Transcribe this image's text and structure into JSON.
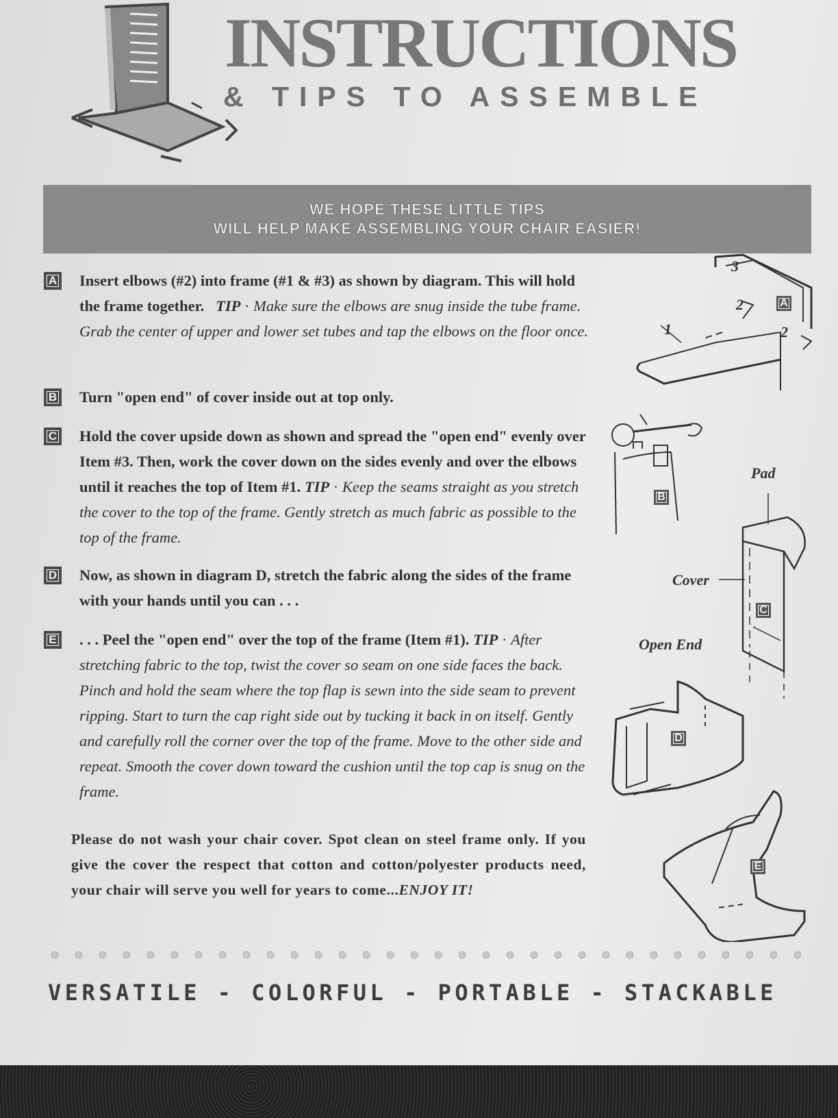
{
  "header": {
    "title": "INSTRUCTIONS",
    "subtitle": "& TIPS TO ASSEMBLE",
    "logo_icon": "director-chair-icon"
  },
  "banner": {
    "line1": "WE HOPE THESE LITTLE TIPS",
    "line2": "WILL HELP MAKE ASSEMBLING YOUR CHAIR EASIER!"
  },
  "steps": [
    {
      "letter": "A",
      "text": "Insert elbows (#2) into frame (#1 & #3) as shown by diagram. This will hold the frame together.",
      "tip_label": "TIP",
      "tip": "Make sure the elbows are snug inside the tube frame. Grab the center of upper and lower set tubes and tap the elbows on the floor once."
    },
    {
      "letter": "B",
      "text": "Turn \"open end\" of cover inside out at top only."
    },
    {
      "letter": "C",
      "text": "Hold the cover upside down as shown and spread the \"open end\" evenly over Item #3. Then, work the cover down on the sides evenly and over the elbows until it reaches the top of Item #1.",
      "tip_label": "TIP",
      "tip": "Keep the seams straight as you stretch the cover to the top of the frame. Gently stretch as much fabric as possible to the top of the frame."
    },
    {
      "letter": "D",
      "text": "Now, as shown in diagram D, stretch the fabric along the sides of the frame with your hands until you can . . ."
    },
    {
      "letter": "E",
      "text": ". . . Peel the \"open end\" over the top of the frame (Item #1).",
      "tip_label": "TIP",
      "tip": "After stretching fabric to the top, twist the cover so seam on one side faces the back. Pinch and hold the seam where the top flap is sewn into the side seam to prevent ripping. Start to turn the cap right side out by tucking it back in on itself. Gently and carefully roll the corner over the top of the frame. Move to the other side and repeat. Smooth the cover down toward the cushion until the top cap is snug on the frame."
    }
  ],
  "care": {
    "text": "Please do not wash your chair cover. Spot clean on steel frame only. If you give the cover the respect that cotton and cotton/polyester products need, your chair will serve you well for years to come...",
    "closing": "ENJOY IT!"
  },
  "diagrams": {
    "a_labels": {
      "n3": "3",
      "n2a": "2",
      "n2b": "2",
      "n1": "1",
      "badge": "A"
    },
    "b_badge": "B",
    "c_labels": {
      "pad": "Pad",
      "cover": "Cover",
      "open_end": "Open End",
      "badge": "C"
    },
    "d_badge": "D",
    "e_badge": "E"
  },
  "footer": {
    "tagline": "VERSATILE  -  COLORFUL  -  PORTABLE  -  STACKABLE"
  }
}
